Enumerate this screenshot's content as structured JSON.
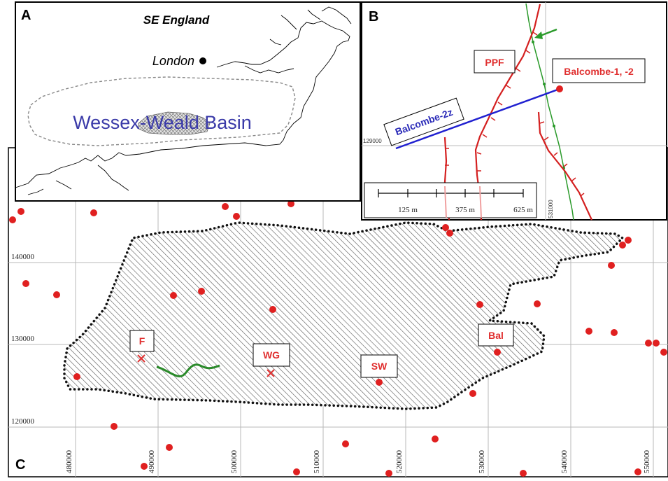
{
  "panel_c": {
    "label": "C",
    "y_ticks": [
      "140000",
      "130000",
      "120000"
    ],
    "x_ticks": [
      "480000",
      "490000",
      "500000",
      "510000",
      "520000",
      "530000",
      "540000",
      "550000"
    ],
    "sites": [
      {
        "code": "F"
      },
      {
        "code": "WG"
      },
      {
        "code": "SW"
      },
      {
        "code": "Bal"
      }
    ],
    "colors": {
      "well": "#e02020",
      "site_text": "#e03030",
      "outline": "#111111",
      "river": "#2a8a2a",
      "grid": "#b8b8b8"
    }
  },
  "panel_a": {
    "label": "A",
    "title": "SE England",
    "city": "London",
    "basin": "Wessex-Weald Basin",
    "basin_color": "#3a3aa8"
  },
  "panel_b": {
    "label": "B",
    "fault_label": "PPF",
    "wells_label": "Balcombe-1, -2",
    "lateral_label": "Balcombe-2z",
    "grid_y": "129000",
    "grid_x": "531000",
    "scale": [
      "125 m",
      "375 m",
      "625 m"
    ],
    "colors": {
      "fault": "#d42020",
      "lateral": "#2020d0",
      "road": "#2a9a2a"
    }
  }
}
